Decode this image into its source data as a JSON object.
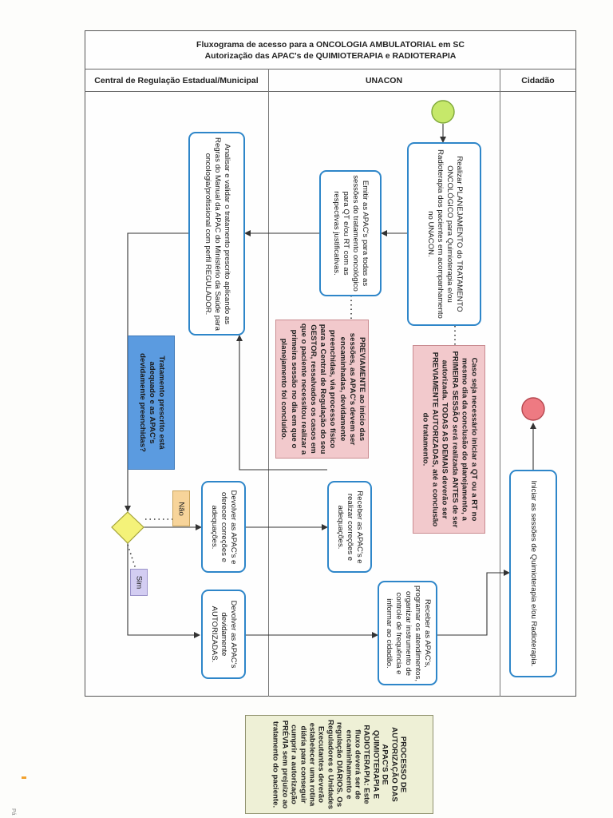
{
  "title": {
    "line1": "Fluxograma de acesso para a ONCOLOGIA AMBULATORIAL em SC",
    "line2": "Autorização das APAC's de QUIMIOTERAPIA e RADIOTERAPIA"
  },
  "lanes": {
    "central": "Central de Regulação Estadual/Municipal",
    "unacon": "UNACON",
    "cidadao": "Cidadão"
  },
  "nodes": {
    "planejamento": "Realizar PLANEJAMENTO do TRATAMENTO ONCOLÓGICO para Quimioterapia e/ou Radioterapia dos pacientes em acompanhamento no UNACON.",
    "emitir_apac": "Emitir as APAC's para todas as sessões do tratamento oncológico para QT e/ou RT com as respectivas justificativas.",
    "analisar": "Analisar e validar o tratamento prescrito aplicando as Regras do Manual da APAC do Ministério da Saúde para oncologia/profissional com perfil REGULADOR.",
    "decisao": "Tratamento prescrito está adequado e as APAC's devidamente preenchidas?",
    "devolver_correcoes": "Devolver as APAC's e oferecer correções e adequações.",
    "receber_correcoes": "Receber as APAC's e realizar correções e adequações.",
    "devolver_autorizadas": "Devolver as APAC's devidamente AUTORIZADAS.",
    "receber_programar": "Receber as APAC's, programar os atendimentos, organizar instrumento de controle de frequência e informar ao cidadão.",
    "iniciar_sessoes": "Iniciar as sessões de Quimioterapia e/ou Radioterapia."
  },
  "notes": {
    "caso_seja": "Caso seja necessário iniciar a QT ou a RT no mesmo dia da conclusão do planejamento, a PRIMEIRA SESSÃO será realizada ANTES de ser autorizada. TODAS AS DEMAIS deverão ser PREVIAMENTE AUTORIZADAS, até a conclusão do tratamento.",
    "previamente": "PREVIAMENTE ao início das sessões, as APAC's devem ser encaminhadas, devidamente preenchidas, via processo físico para a Central de Regulação do seu GESTOR, ressalvados os casos em que o paciente necessitou realizar a primeira sessão no dia em que o planejamento foi concluído."
  },
  "branches": {
    "nao": "Não",
    "sim": "Sim"
  },
  "legend": "PROCESSO DE AUTORIZAÇÃO DAS APAC'S DE QUIMIOTERAPIA E RADIOTERAPIA: Este fluxo deverá ser de encaminhamento e regulação DIÁRIOS. Os Reguladores e Unidades Executantes deverão estabelecer uma rotina diária para conseguir cumprir a autorização PRÉVIA sem prejuízo ao tratamento do paciente.",
  "footer": "Pá",
  "colors": {
    "box_border": "#2e86c9",
    "note_fill": "#f2c9cc",
    "decision_fill": "#f4f279",
    "start_fill": "#c6e86a",
    "end_fill": "#ee7a82",
    "question_fill": "#5b9be0",
    "nao_fill": "#f7d49a",
    "sim_fill": "#d3cdf2",
    "legend_fill": "#eef0d6"
  }
}
